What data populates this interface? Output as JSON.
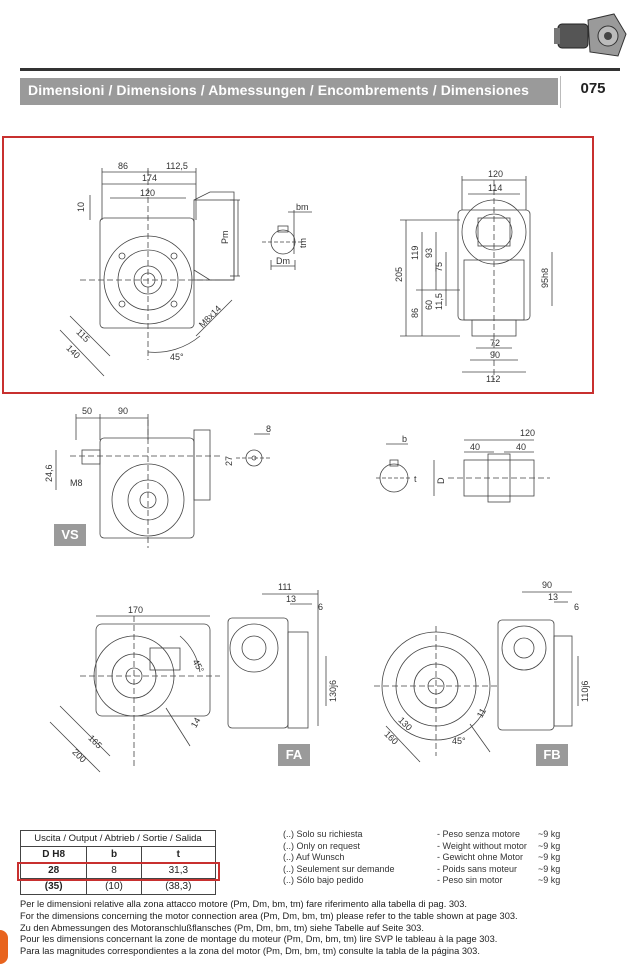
{
  "header": {
    "title": "Dimensioni / Dimensions / Abmessungen / Encombrements / Dimensiones",
    "page_number": "075"
  },
  "drawing1": {
    "dims": {
      "d86": "86",
      "d112_5": "112,5",
      "d174": "174",
      "d120": "120",
      "d10": "10",
      "pm": "Pm",
      "d115": "115",
      "d140": "140",
      "d45": "45°",
      "m8": "M8x14",
      "bm": "bm",
      "tm": "tm",
      "dm": "Dm",
      "r120": "120",
      "r114": "114",
      "r205": "205",
      "r119": "119",
      "r93": "93",
      "r75": "75",
      "r86": "86",
      "r60": "60",
      "r11_5": "11,5",
      "r95h8": "95h8",
      "r72": "72",
      "r90": "90",
      "r112": "112"
    }
  },
  "drawing2": {
    "dims": {
      "d50": "50",
      "d90": "90",
      "d24_6": "24,6",
      "m8": "M8",
      "d27": "27",
      "d8": "8",
      "b": "b",
      "t": "t",
      "d": "D",
      "d120": "120",
      "d40a": "40",
      "d40b": "40"
    },
    "tag": "VS"
  },
  "drawing3": {
    "dims": {
      "d170": "170",
      "d45": "45°",
      "d14": "14",
      "d165": "165",
      "d200": "200",
      "d111": "111",
      "d13": "13",
      "d6": "6",
      "d130j6": "130j6"
    },
    "tag": "FA"
  },
  "drawing4": {
    "dims": {
      "d90": "90",
      "d13": "13",
      "d6": "6",
      "d110j6": "110j6",
      "d130": "130",
      "d160": "160",
      "d11": "11",
      "d45": "45°"
    },
    "tag": "FB"
  },
  "output_table": {
    "title": "Uscita / Output / Abtrieb / Sortie / Salida",
    "headers": [
      "D H8",
      "b",
      "t"
    ],
    "rows": [
      [
        "28",
        "8",
        "31,3"
      ],
      [
        "(35)",
        "(10)",
        "(38,3)"
      ]
    ]
  },
  "legend": {
    "left": [
      "(..) Solo su richiesta",
      "(..) Only on request",
      "(..) Auf Wunsch",
      "(..) Seulement sur demande",
      "(..) Sólo bajo pedido"
    ],
    "right": [
      "- Peso senza motore",
      "- Weight without motor",
      "- Gewicht ohne Motor",
      "- Poids sans moteur",
      "- Peso sin motor"
    ],
    "weights": [
      "~9 kg",
      "~9 kg",
      "~9 kg",
      "~9 kg",
      "~9 kg"
    ]
  },
  "notes": [
    "Per le dimensioni relative alla zona attacco motore (Pm, Dm, bm, tm) fare riferimento alla tabella di pag. 303.",
    "For the dimensions concerning the motor connection area (Pm, Dm, bm, tm) please refer to the table shown at page 303.",
    "Zu den Abmessungen des Motoranschlußflansches  (Pm, Dm, bm, tm) siehe Tabelle auf Seite 303.",
    "Pour les dimensions concernant la zone de montage du  moteur (Pm, Dm, bm, tm) lire SVP le tableau à la page 303.",
    "Para las magnitudes correspondientes a la zona del motor (Pm, Dm, bm, tm) consulte la tabla de la página 303."
  ],
  "colors": {
    "highlight": "#c8302f",
    "header_bg": "#9a9a9a",
    "accent_marker": "#e8641e"
  }
}
